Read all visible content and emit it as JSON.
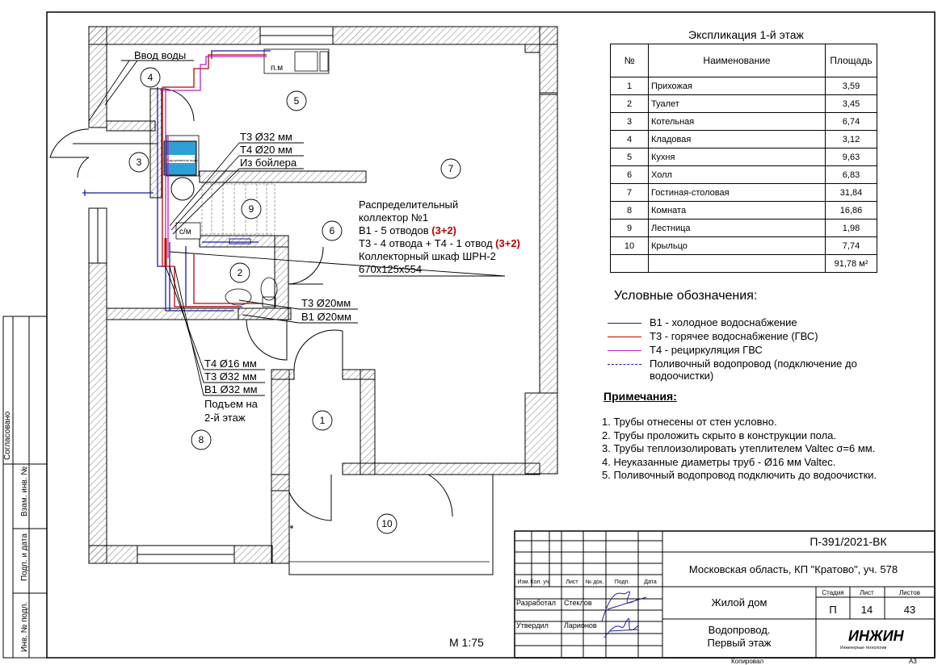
{
  "explication": {
    "title": "Экспликация 1-й этаж",
    "headers": [
      "№",
      "Наименование",
      "Площадь"
    ],
    "rows": [
      {
        "n": "1",
        "name": "Прихожая",
        "area": "3,59"
      },
      {
        "n": "2",
        "name": "Туалет",
        "area": "3,45"
      },
      {
        "n": "3",
        "name": "Котельная",
        "area": "6,74"
      },
      {
        "n": "4",
        "name": "Кладовая",
        "area": "3,12"
      },
      {
        "n": "5",
        "name": "Кухня",
        "area": "9,63"
      },
      {
        "n": "6",
        "name": "Холл",
        "area": "6,83"
      },
      {
        "n": "7",
        "name": "Гостиная-столовая",
        "area": "31,84"
      },
      {
        "n": "8",
        "name": "Комната",
        "area": "16,86"
      },
      {
        "n": "9",
        "name": "Лестница",
        "area": "1,98"
      },
      {
        "n": "10",
        "name": "Крыльцо",
        "area": "7,74"
      }
    ],
    "total": "91,78 м²"
  },
  "legend": {
    "title": "Условные обозначения:",
    "items": [
      {
        "text": "В1 - холодное водоснабжение",
        "color": "#1a1aa0",
        "style": "solid"
      },
      {
        "text": "Т3 - горячее водоснабжение (ГВС)",
        "color": "#c00000",
        "style": "solid"
      },
      {
        "text": "Т4 - рециркуляция ГВС",
        "color": "#c020c0",
        "style": "solid"
      },
      {
        "text": "Поливочный водопровод (подключение до водоочистки)",
        "color": "#1a1aa0",
        "style": "dashed"
      }
    ]
  },
  "notes": {
    "title": "Примечания:",
    "items": [
      "1.     Трубы отнесены от стен условно.",
      "2.     Трубы проложить скрыто в конструкции пола.",
      "3.     Трубы теплоизолировать утеплителем Valtec σ=6 мм.",
      "4.     Неуказанные диаметры труб - Ø16 мм Valtec.",
      "5.     Поливочный водопровод подключить до водоочистки."
    ]
  },
  "plan": {
    "water_input": "Ввод воды",
    "pm_label": "п.м",
    "cm_label": "с/м",
    "boiler_label": "Подогреватель воды",
    "room_numbers": [
      "1",
      "2",
      "3",
      "4",
      "5",
      "6",
      "7",
      "8",
      "9",
      "10"
    ],
    "callout_boiler": [
      "Т3 Ø32 мм",
      "Т4 Ø20 мм",
      "Из бойлера"
    ],
    "collector": {
      "line1": "Распределительный",
      "line2": "коллектор №1",
      "line3a": "В1 - 5 отводов ",
      "line3b": "(3+2)",
      "line4a": "Т3 - 4 отвода + Т4 - 1 отвод ",
      "line4b": "(3+2)",
      "line5": "Коллекторный шкаф ШРН-2",
      "line6": "670х125х554"
    },
    "callout_toilet": [
      "Т3 Ø20мм",
      "В1 Ø20мм"
    ],
    "callout_riser": [
      "Т4 Ø16 мм",
      "Т3 Ø32 мм",
      "В1 Ø32 мм",
      "Подъем на",
      "2-й этаж"
    ],
    "scale": "М 1:75"
  },
  "stamp": {
    "code": "П-391/2021-ВК",
    "address": "Московская область, КП \"Кратово\", уч. 578",
    "cols": [
      "Изм.",
      "Кол. уч.",
      "Лист",
      "№ док.",
      "Подп.",
      "Дата"
    ],
    "developed_label": "Разработал",
    "developed_name": "Стеклов",
    "approved_label": "Утвердил",
    "approved_name": "Ларионов",
    "object": "Жилой дом",
    "stage_label": "Стадия",
    "sheet_label": "Лист",
    "sheets_label": "Листов",
    "stage": "П",
    "sheet": "14",
    "sheets": "43",
    "title1": "Водопровод.",
    "title2": "Первый этаж",
    "logo": "ИНЖИН",
    "logo_sub": "Инженерные технологии",
    "copied": "Копировал",
    "format": "А3"
  },
  "side": {
    "agreed": "Согласовано",
    "inv_replace": "Взам. инв. №",
    "sign_date": "Подп. и дата",
    "inv_orig": "Инв. № подл."
  },
  "colors": {
    "cold": "#1a1aa0",
    "hot": "#c00000",
    "recirc": "#c020c0"
  }
}
